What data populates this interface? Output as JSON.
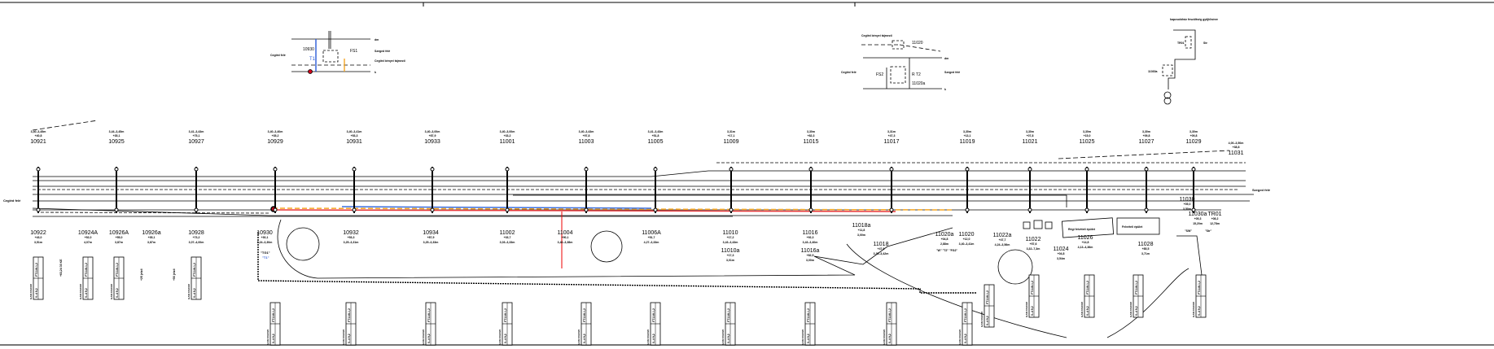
{
  "directions": {
    "left": "Cegléd felé",
    "right": "Szeged felé"
  },
  "top_masts": [
    {
      "id": "10921",
      "offset": "+40,8",
      "height": "3,40–3,45m"
    },
    {
      "id": "10925",
      "offset": "+35,1",
      "height": "3,44–3,45m"
    },
    {
      "id": "10927",
      "offset": "+75,1",
      "height": "3,41–3,43m"
    },
    {
      "id": "10929",
      "offset": "+35,2",
      "height": "3,40–3,40m"
    },
    {
      "id": "10931",
      "offset": "+53,3",
      "height": "3,40–3,41m"
    },
    {
      "id": "10933",
      "offset": "+87,9",
      "height": "3,40–3,00m"
    },
    {
      "id": "11001",
      "offset": "+33,2",
      "height": "3,40–3,00m"
    },
    {
      "id": "11003",
      "offset": "+97,8",
      "height": "3,40–3,43m"
    },
    {
      "id": "11005",
      "offset": "+51,8",
      "height": "3,41–3,43m"
    },
    {
      "id": "11009",
      "offset": "+17,1",
      "height": "3,31m"
    },
    {
      "id": "11015",
      "offset": "+82,3",
      "height": "3,30m"
    },
    {
      "id": "11017",
      "offset": "+47,3",
      "height": "3,31m"
    },
    {
      "id": "11019",
      "offset": "+13,1",
      "height": "3,30m"
    },
    {
      "id": "11021",
      "offset": "+07,8",
      "height": "3,30m"
    },
    {
      "id": "11025",
      "offset": "+15,0",
      "height": "3,30m"
    },
    {
      "id": "11027",
      "offset": "+09,8",
      "height": "3,30m"
    },
    {
      "id": "11029",
      "offset": "+09,8",
      "height": "3,30m"
    },
    {
      "id": "11031",
      "offset": "+38,8",
      "height": "4,00–3,50m"
    }
  ],
  "bottom_masts": [
    {
      "id": "10922",
      "offset": "+43,0",
      "height": "3,51m"
    },
    {
      "id": "10924A",
      "offset": "+52,0",
      "height": "4,07m"
    },
    {
      "id": "10926A",
      "offset": "+55,0",
      "height": "3,87m"
    },
    {
      "id": "10926a",
      "offset": "+35,1",
      "height": "3,87m"
    },
    {
      "id": "10928",
      "offset": "+73,2",
      "height": "3,07–4,00m"
    },
    {
      "id": "10930",
      "offset": "+30,1",
      "height": "3,24–3,30m"
    },
    {
      "id": "10932",
      "offset": "+53,3",
      "height": "3,25–3,31m"
    },
    {
      "id": "10934",
      "offset": "+87,9",
      "height": "3,25–3,33m"
    },
    {
      "id": "11002",
      "offset": "+33,7",
      "height": "3,03–3,33m"
    },
    {
      "id": "11004",
      "offset": "+90,1",
      "height": "3,40–3,38m"
    },
    {
      "id": "11006A",
      "offset": "+51,7",
      "height": "4,27–3,33m"
    },
    {
      "id": "11010",
      "offset": "+17,2",
      "height": "3,43–3,43m"
    },
    {
      "id": "11010a",
      "offset": "+17,3",
      "height": "3,01m"
    },
    {
      "id": "11016",
      "offset": "+92,3",
      "height": "3,43–3,40m"
    },
    {
      "id": "11016a",
      "offset": "+82,5",
      "height": "3,00m"
    },
    {
      "id": "11018a",
      "offset": "+11,8",
      "height": "3,00m"
    },
    {
      "id": "11018",
      "offset": "+47,6",
      "height": "3,35–3,42m"
    },
    {
      "id": "11020a",
      "offset": "+04,8",
      "height": "2,88m"
    },
    {
      "id": "11020",
      "offset": "+12,0",
      "height": "3,40–3,41m"
    },
    {
      "id": "11022a",
      "offset": "+47,7",
      "height": "4,24–3,56m"
    },
    {
      "id": "11022",
      "offset": "+57,6",
      "height": "3,32–7,3m"
    },
    {
      "id": "11024",
      "offset": "+04,8",
      "height": "3,54m"
    },
    {
      "id": "11026",
      "offset": "+14,8",
      "height": "4,13–4,36m"
    },
    {
      "id": "11028",
      "offset": "+85,5",
      "height": "3,71m"
    },
    {
      "id": "11030",
      "offset": "+05,0",
      "height": "3,50m"
    },
    {
      "id": "11030a",
      "offset": "+05,3",
      "height": "15,20m"
    },
    {
      "id": "TR01",
      "offset": "+08,2",
      "height": "12,78m"
    }
  ],
  "annotations": {
    "tg1": "\"TG1\"",
    "t1": "\"T1\"",
    "w_t2_fg2": "\"W\" \"T2\" \"FG2\"",
    "sw": "\"SW\"",
    "str": "\"Str\"",
    "old_building": "Régi felvételi épület",
    "new_building": "Felvételi épület",
    "km1": "+63,24  30  KE",
    "km2": "+25  jelző",
    "km3": "+50  jelző"
  },
  "box_labels": {
    "top": "FT11/8-1,2",
    "bottom": "0–4  9,2",
    "side": "GASI 60x60/6"
  },
  "inset1": {
    "mast": "10930",
    "t": "T1",
    "fs": "FS1",
    "left": "Cegléd felé",
    "right": "Szeged felé",
    "branch": "Cegléd bényei tájmező",
    "dm": "dm",
    "k": "k"
  },
  "inset2": {
    "mast": "11020",
    "mast2": "11020a",
    "fs": "FS2",
    "rt": "R T2",
    "left": "Cegléd felé",
    "right": "Szeged felé",
    "branch": "Cegléd bényei tájmező",
    "dm": "dm",
    "k": "k"
  },
  "inset3": {
    "title": "kapcsolóház feszültség gyűjtősínre",
    "tr": "TR01",
    "str": "Str",
    "mast": "11030a"
  }
}
